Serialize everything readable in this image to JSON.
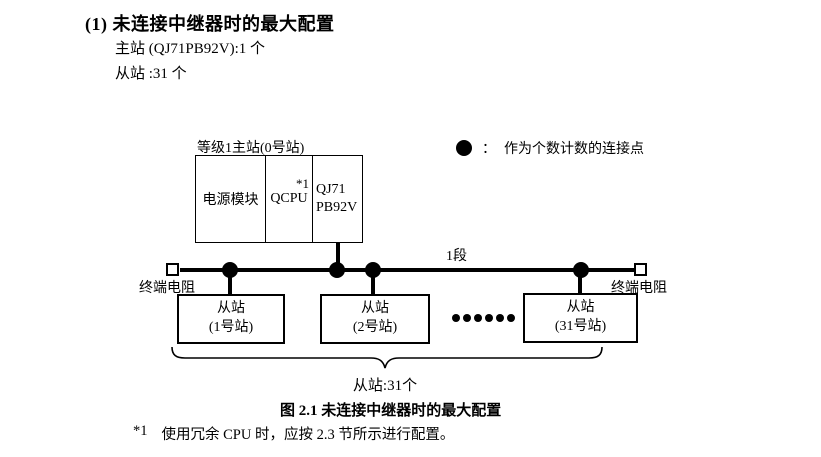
{
  "page": {
    "heading": "(1) 未连接中继器时的最大配置",
    "line_master": "主站 (QJ71PB92V):1 个",
    "line_slave": "从站 :31 个",
    "caption": "图 2.1 未连接中继器时的最大配置",
    "footnote_marker": "*1",
    "footnote_text": "使用冗余 CPU 时，应按 2.3 节所示进行配置。"
  },
  "diagram": {
    "master": {
      "label": "等级1主站(0号站)",
      "power_module": "电源模块",
      "cpu": "QCPU",
      "cpu_note": "*1",
      "pb_line1": "QJ71",
      "pb_line2": "PB92V"
    },
    "legend": {
      "symbol": "connection-point-dot",
      "separator": "：",
      "text": "作为个数计数的连接点"
    },
    "segment_label": "1段",
    "terminator_left": "终端电阻",
    "terminator_right": "终端电阻",
    "slaves": [
      {
        "line1": "从站",
        "line2": "(1号站)"
      },
      {
        "line1": "从站",
        "line2": "(2号站)"
      },
      {
        "line1": "从站",
        "line2": "(31号站)"
      }
    ],
    "brace_label": "从站:31个",
    "colors": {
      "line": "#000000",
      "background": "#ffffff"
    }
  }
}
